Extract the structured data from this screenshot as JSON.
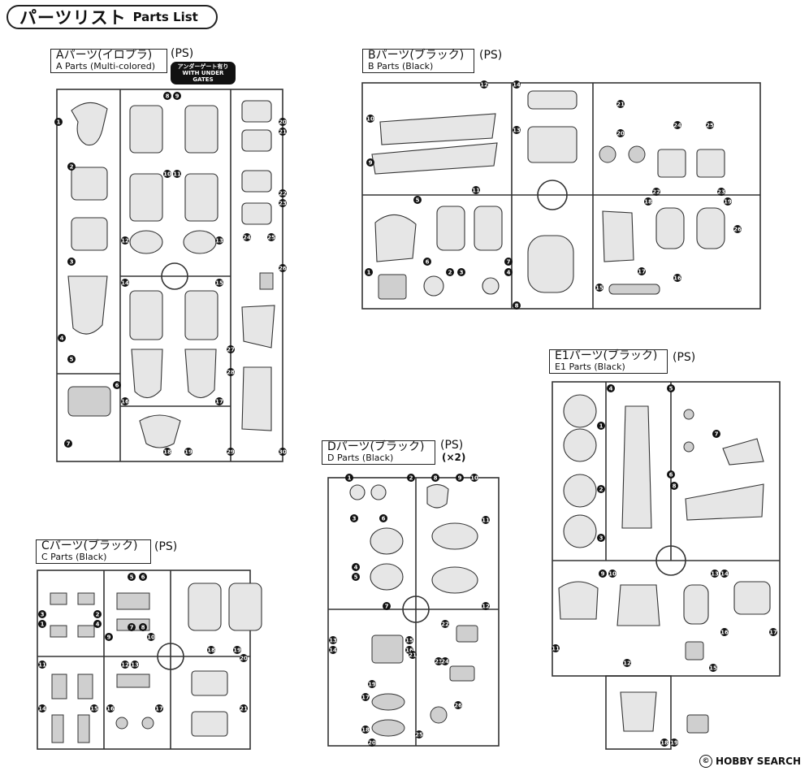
{
  "header": {
    "title_jp": "パーツリスト",
    "title_en": "Parts List"
  },
  "sections": [
    {
      "id": "A",
      "name_jp": "Aパーツ(イロプラ)",
      "name_en": "A Parts (Multi-colored)",
      "ps": "(PS)",
      "badge_top": "アンダーゲート有り",
      "badge_bottom": "WITH UNDER GATES"
    },
    {
      "id": "B",
      "name_jp": "Bパーツ(ブラック)",
      "name_en": "B Parts (Black)",
      "ps": "(PS)"
    },
    {
      "id": "C",
      "name_jp": "Cパーツ(ブラック)",
      "name_en": "C Parts (Black)",
      "ps": "(PS)"
    },
    {
      "id": "D",
      "name_jp": "Dパーツ(ブラック)",
      "name_en": "D Parts (Black)",
      "ps": "(PS)",
      "qty": "(×2)"
    },
    {
      "id": "E1",
      "name_jp": "E1パーツ(ブラック)",
      "name_en": "E1 Parts (Black)",
      "ps": "(PS)"
    }
  ],
  "numbers": {
    "A": [
      "1",
      "2",
      "3",
      "4",
      "5",
      "6",
      "7",
      "8",
      "9",
      "10",
      "11",
      "12",
      "13",
      "14",
      "15",
      "16",
      "17",
      "18",
      "19",
      "20",
      "21",
      "22",
      "23",
      "24",
      "25",
      "26",
      "27",
      "28",
      "29",
      "30"
    ],
    "B": [
      "1",
      "2",
      "3",
      "4",
      "5",
      "6",
      "7",
      "8",
      "9",
      "10",
      "11",
      "12",
      "13",
      "14",
      "15",
      "16",
      "17",
      "18",
      "19",
      "20",
      "21",
      "22",
      "23",
      "24",
      "25",
      "26"
    ],
    "C": [
      "1",
      "2",
      "3",
      "4",
      "5",
      "6",
      "7",
      "8",
      "9",
      "10",
      "11",
      "12",
      "13",
      "14",
      "15",
      "16",
      "17",
      "18",
      "19",
      "20",
      "21"
    ],
    "D": [
      "1",
      "2",
      "3",
      "4",
      "5",
      "6",
      "7",
      "8",
      "9",
      "10",
      "11",
      "12",
      "13",
      "14",
      "15",
      "16",
      "17",
      "18",
      "19",
      "20",
      "21",
      "22",
      "23",
      "24",
      "25",
      "26"
    ],
    "E1": [
      "1",
      "2",
      "3",
      "4",
      "5",
      "6",
      "7",
      "8",
      "9",
      "10",
      "11",
      "12",
      "13",
      "14",
      "15",
      "16",
      "17",
      "18",
      "19"
    ]
  },
  "watermark": {
    "text": "HOBBY SEARCH",
    "mark": "©"
  }
}
